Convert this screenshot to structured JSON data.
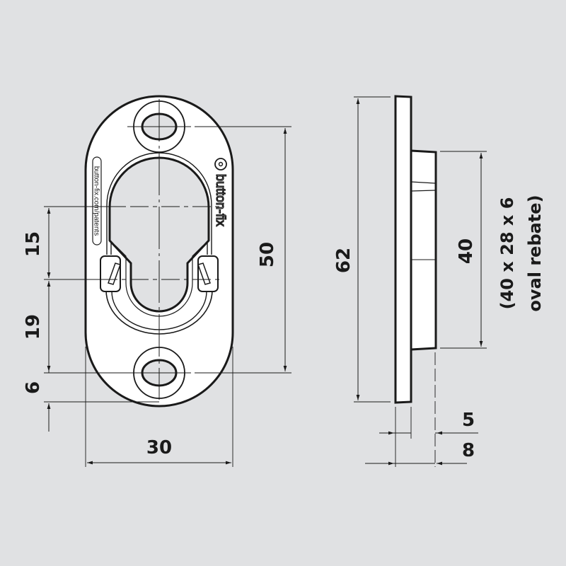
{
  "drawing": {
    "title": "button-fix recessed fixing plate technical drawing",
    "background_color": "#e0e1e3",
    "line_color": "#1a1a1a",
    "part_fill": "#ffffff",
    "cutout_fill": "#e0e1e3"
  },
  "front_view": {
    "logo_text": "button-fix",
    "url_text": "button-fix.com/patents",
    "dimensions": {
      "width": "30",
      "height_between_holes": "50",
      "upper_offset": "15",
      "lower_offset": "19",
      "hole_to_edge": "6"
    }
  },
  "side_view": {
    "dimensions": {
      "overall_height": "62",
      "boss_height": "40",
      "rebate_note_line1": "(40 x 28 x 6",
      "rebate_note_line2": "oval rebate)",
      "plate_thickness": "5",
      "total_depth": "8"
    }
  }
}
